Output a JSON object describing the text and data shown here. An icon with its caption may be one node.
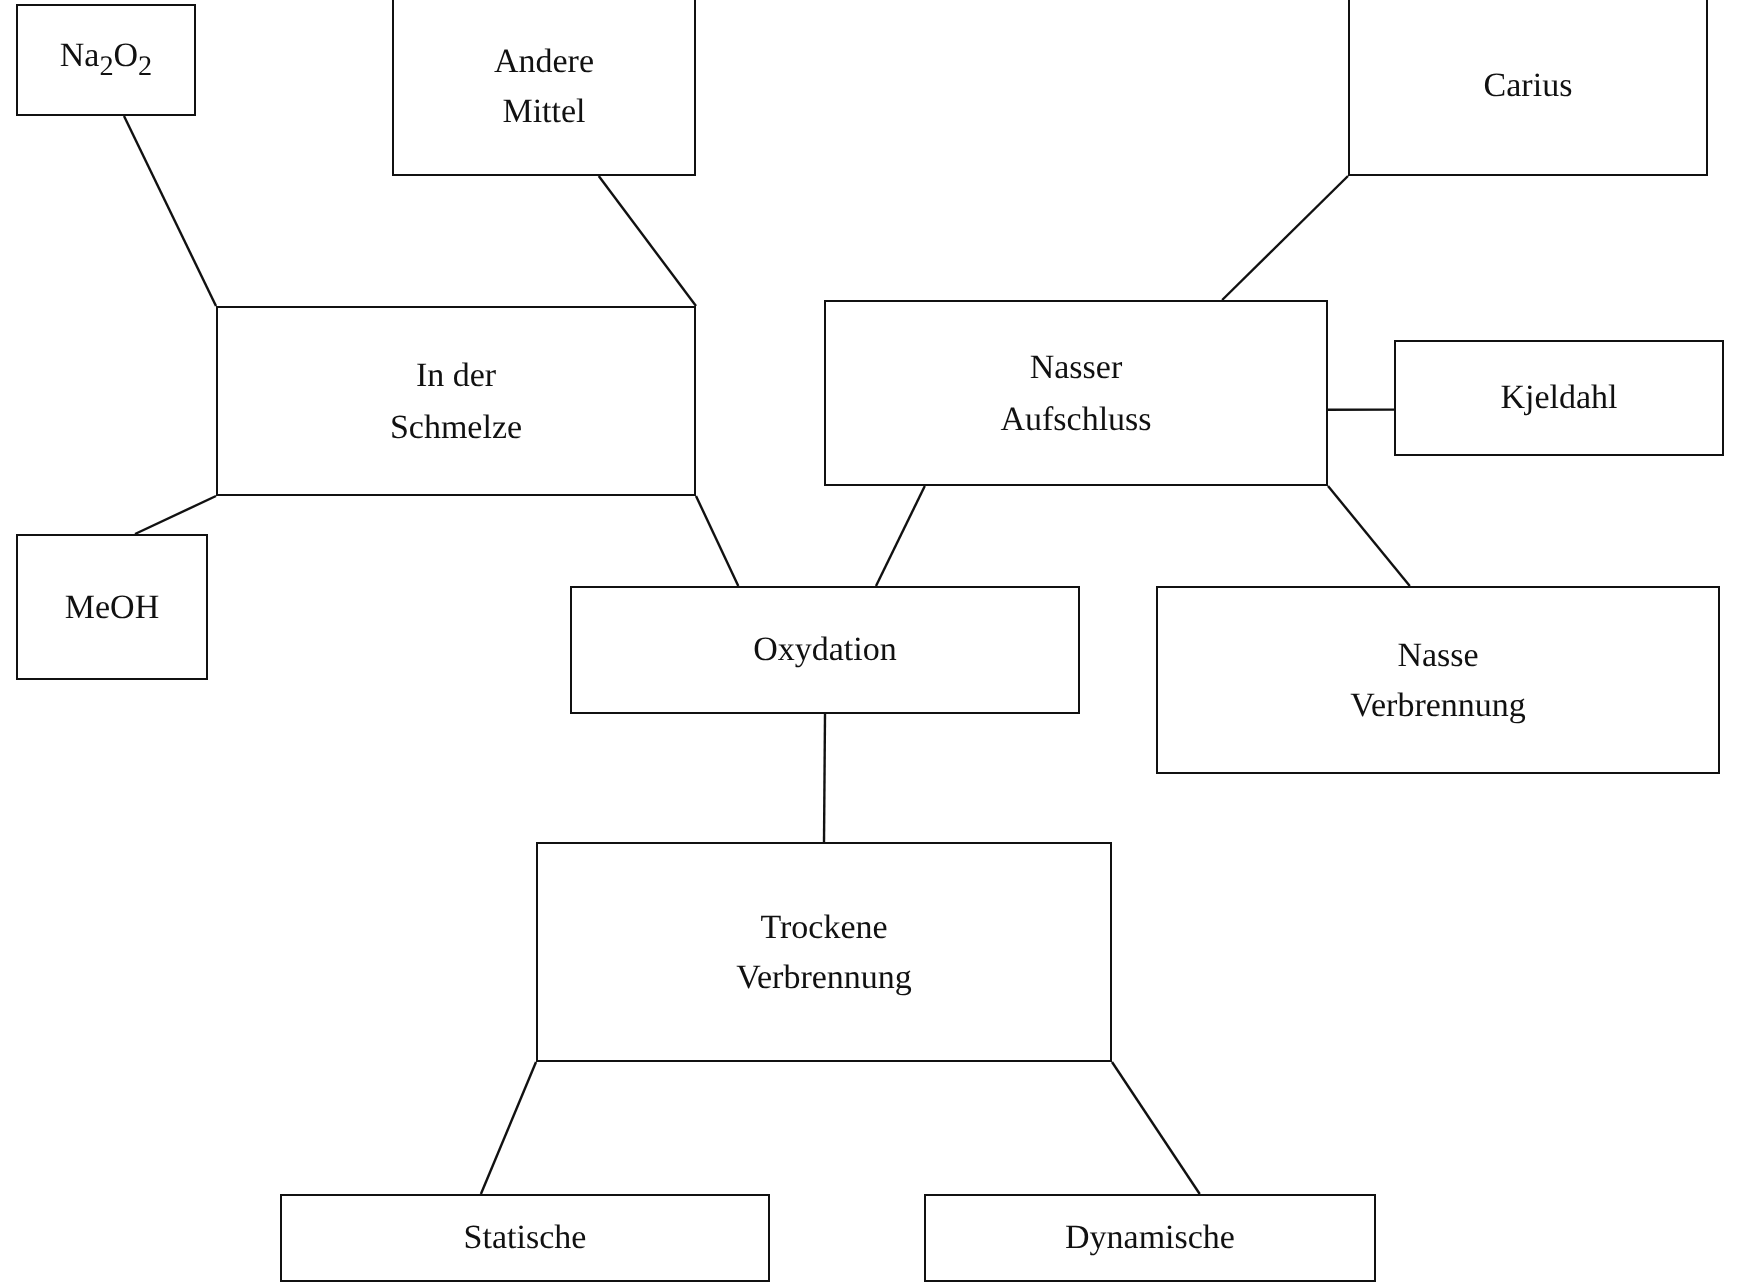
{
  "diagram": {
    "nodes": [
      {
        "text": [
          "Na$_{2}$O$_{2}$"
        ]
      },
      {
        "text": [
          "Andere Mittel"
        ]
      },
      {
        "text": [
          "In der Schmelze"
        ]
      },
      {
        "text": [
          "Carius"
        ]
      },
      {
        "text": [
          "Nasser Aufschluss"
        ]
      },
      {
        "text": [
          "Kjeldahl"
        ]
      },
      {
        "text": [
          "MeOH"
        ]
      },
      {
        "text": [
          "Oxydation"
        ]
      },
      {
        "text": [
          "Nasse Verbrennung"
        ]
      },
      {
        "text": [
          "Trockene Verbrennung"
        ]
      },
      {
        "text": [
          "Statische"
        ]
      },
      {
        "text": [
          "Dynamische"
        ]
      }
    ],
    "edges": [
      {
        "from": 7,
        "to": 2,
        "arrow": "none"
      },
      {
        "from": 7,
        "to": 4,
        "arrow": "none"
      },
      {
        "from": 7,
        "to": 9,
        "arrow": "none"
      },
      {
        "from": 2,
        "to": 0,
        "arrow": "none"
      },
      {
        "from": 2,
        "to": 1,
        "arrow": "none"
      },
      {
        "from": 2,
        "to": 6,
        "arrow": "none"
      },
      {
        "from": 4,
        "to": 3,
        "arrow": "none"
      },
      {
        "from": 4,
        "to": 5,
        "arrow": "none"
      },
      {
        "from": 4,
        "to": 8,
        "arrow": "none"
      },
      {
        "from": 9,
        "to": 10,
        "arrow": "none"
      },
      {
        "from": 9,
        "to": 11,
        "arrow": "none"
      }
    ]
  }
}
